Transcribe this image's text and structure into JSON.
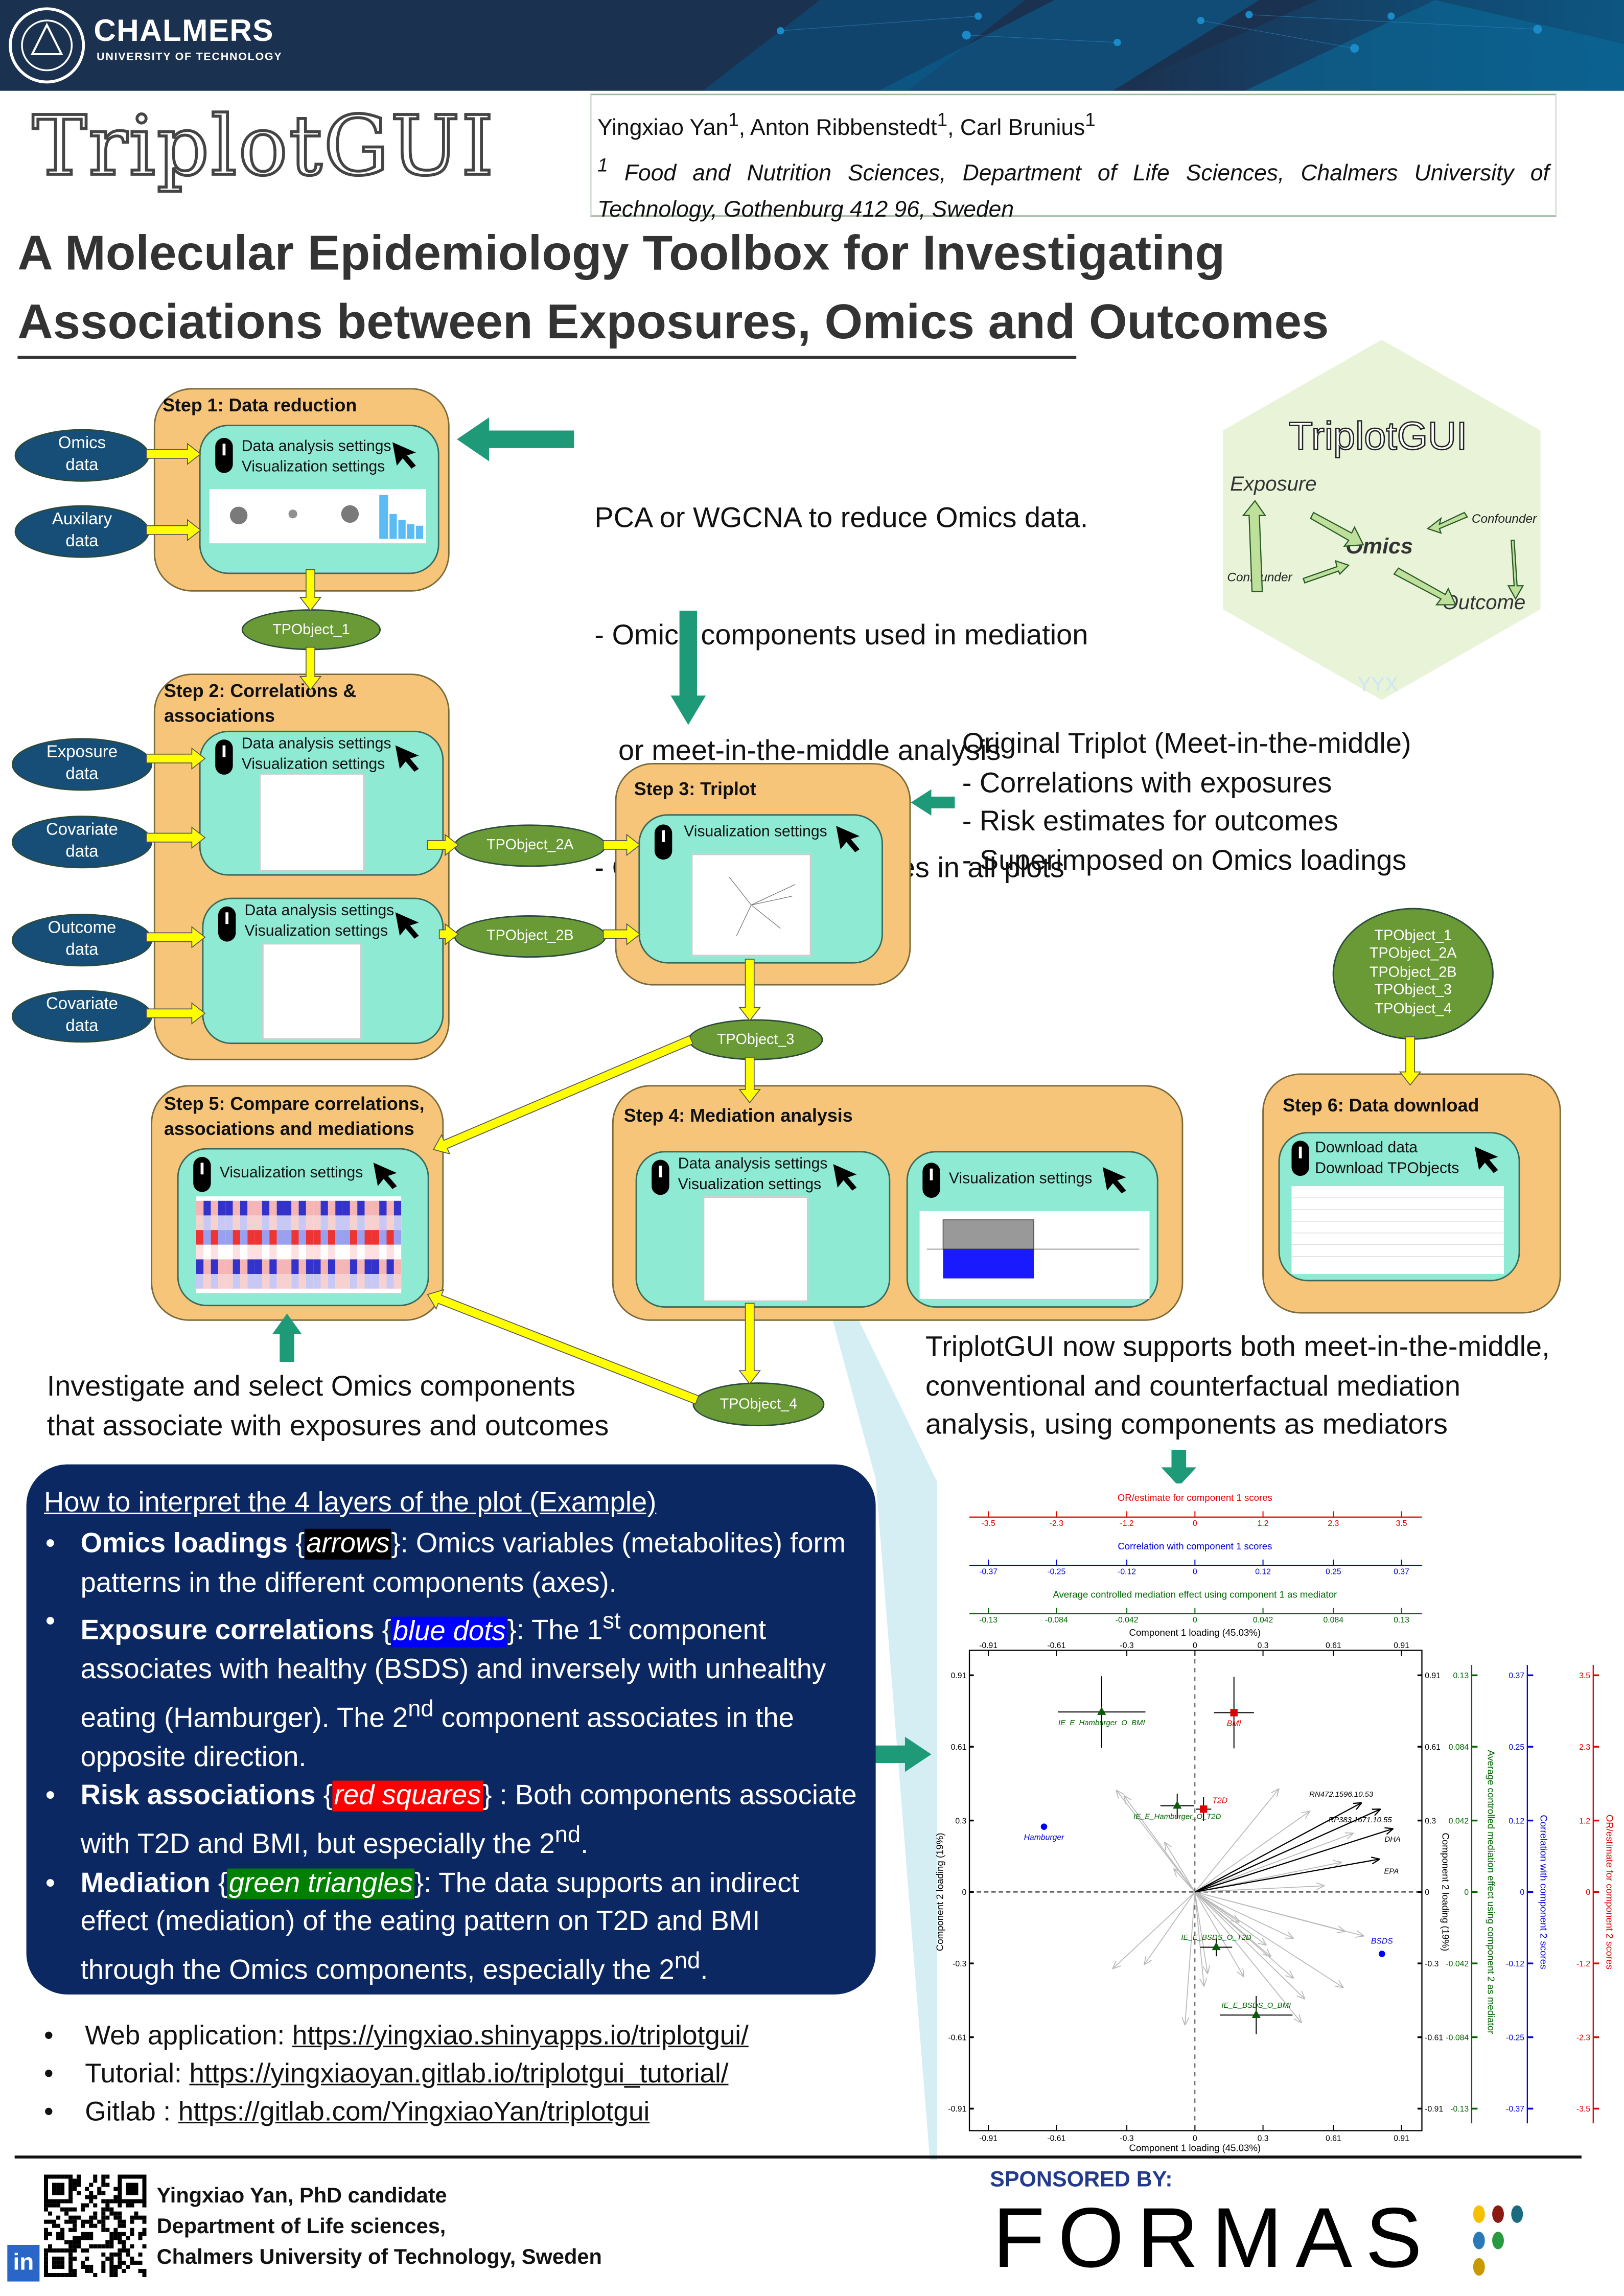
{
  "header": {
    "university": "CHALMERS",
    "university_sub": "UNIVERSITY OF TECHNOLOGY",
    "colors": {
      "band": "#1b3150",
      "network": "#0a6a9a"
    }
  },
  "brand": "TriplotGUI",
  "authors": {
    "names": [
      {
        "name": "Yingxiao Yan",
        "sup": "1"
      },
      {
        "name": "Anton Ribbenstedt",
        "sup": "1"
      },
      {
        "name": "Carl Brunius",
        "sup": "1"
      }
    ],
    "affiliation_sup": "1",
    "affiliation": "Food and Nutrition Sciences, Department of Life Sciences, Chalmers University of Technology, Gothenburg 412 96, Sweden"
  },
  "title": {
    "line1": "A Molecular Epidemiology Toolbox for Investigating",
    "line2": "Associations between Exposures, Omics and Outcomes"
  },
  "hex_logo": {
    "title": "TriplotGUI",
    "exposure": "Exposure",
    "omics": "Omics",
    "outcome": "Outcome",
    "confounder_left": "Confounder",
    "confounder_right": "Confounder",
    "signature": "YYX"
  },
  "workflow": {
    "settings_data": "Data analysis settings",
    "settings_vis": "Visualization settings",
    "step1": {
      "title": "Step 1: Data reduction"
    },
    "step2": {
      "title": "Step 2: Correlations & associations"
    },
    "step3": {
      "title": "Step 3: Triplot"
    },
    "step4": {
      "title": "Step 4: Mediation analysis"
    },
    "step5": {
      "title": "Step 5: Compare correlations, associations and mediations"
    },
    "step6": {
      "title": "Step 6: Data download",
      "download_data": "Download data",
      "download_tp": "Download TPObjects"
    },
    "inputs": {
      "omics": "Omics data",
      "auxilary": "Auxilary data",
      "exposure": "Exposure data",
      "covariate1": "Covariate data",
      "outcome": "Outcome data",
      "covariate2": "Covariate data"
    },
    "objects": {
      "tp1": "TPObject_1",
      "tp2a": "TPObject_2A",
      "tp2b": "TPObject_2B",
      "tp3": "TPObject_3",
      "tp4": "TPObject_4",
      "all": [
        "TPObject_1",
        "TPObject_2A",
        "TPObject_2B",
        "TPObject_3",
        "TPObject_4"
      ]
    },
    "colors": {
      "step": "#f7c57a",
      "panel": "#8fead3",
      "input_node": "#164e78",
      "object_node": "#6a9a35",
      "connector": "#ffff00",
      "big_arrow": "#1f9a78"
    }
  },
  "notes": {
    "pca": [
      "PCA or WGCNA to reduce Omics data.",
      "- Omics components used in mediation",
      "   or meet-in-the-middle analysis",
      "- Components on the axes in all plots"
    ],
    "triplot": [
      "Original Triplot (Meet-in-the-middle)",
      "- Correlations with exposures",
      "- Risk estimates for outcomes",
      "- Superimposed on Omics loadings"
    ],
    "investigate": [
      "Investigate and select Omics components",
      "that associate with exposures and outcomes"
    ],
    "support": [
      "TriplotGUI now supports both meet-in-the-middle,",
      "conventional and counterfactual mediation",
      "analysis, using components as mediators"
    ]
  },
  "interpret": {
    "heading": "How to interpret the 4 layers of the plot (Example)",
    "bullets": [
      {
        "term": "Omics loadings",
        "tag": "arrows",
        "tag_color": "#000000",
        "t1": "}: Omics variables (metabolites) form patterns in the different components (axes)."
      },
      {
        "term": "Exposure correlations",
        "tag": "blue dots",
        "tag_color": "#0000ff",
        "t1": "}: The 1",
        "sup1": "st",
        "t2": " component associates with healthy (BSDS) and inversely with unhealthy eating (Hamburger). The 2",
        "sup2": "nd",
        "t3": " component associates in the opposite direction."
      },
      {
        "term": "Risk associations",
        "tag": "red squares",
        "tag_color": "#ff0000",
        "t1": "} : Both components associate with T2D and BMI, but especially the 2",
        "sup1": "nd",
        "t2": "."
      },
      {
        "term": "Mediation",
        "tag": "green triangles",
        "tag_color": "#008000",
        "t1": "}: The data supports an indirect effect (mediation) of the eating pattern on T2D and BMI through the Omics components, especially the 2",
        "sup1": "nd",
        "t2": "."
      }
    ]
  },
  "links": [
    {
      "label": "Web application: ",
      "url": "https://yingxiao.shinyapps.io/triplotgui/"
    },
    {
      "label": "Tutorial: ",
      "url": "https://yingxiaoyan.gitlab.io/triplotgui_tutorial/"
    },
    {
      "label": "Gitlab : ",
      "url": "https://gitlab.com/YingxiaoYan/triplotgui"
    }
  ],
  "footer": {
    "lines": [
      "Yingxiao Yan, PhD candidate",
      "Department of Life sciences,",
      "Chalmers University of Technology, Sweden"
    ],
    "linkedin": "in",
    "sponsored_by": "SPONSORED BY:",
    "sponsor": "FORMAS",
    "sponsor_dot_colors": [
      "#f5c000",
      "#8a1a12",
      "#1a6a80",
      "#2a7ab8",
      "#2a9a40",
      "#c89a00"
    ]
  },
  "chart_data": {
    "type": "scatter",
    "x_axis": {
      "label": "Component 1 loading (45.03%)",
      "ticks": [
        -0.91,
        -0.61,
        -0.3,
        0,
        0.3,
        0.61,
        0.91
      ],
      "range": [
        -1.0,
        1.0
      ]
    },
    "y_axis": {
      "label": "Component 2 loading (19%)",
      "ticks": [
        -0.91,
        -0.61,
        -0.3,
        0,
        0.3,
        0.61,
        0.91
      ],
      "range": [
        -1.0,
        1.0
      ]
    },
    "extra_top_axes": [
      {
        "label": "OR/estimate for component 1 scores",
        "color": "#e00000",
        "ticks": [
          -3.5,
          -2.3,
          -1.2,
          0,
          1.2,
          2.3,
          3.5
        ]
      },
      {
        "label": "Correlation with component 1 scores",
        "color": "#0000dd",
        "ticks": [
          -0.37,
          -0.25,
          -0.12,
          0,
          0.12,
          0.25,
          0.37
        ]
      },
      {
        "label": "Average controlled mediation effect using component 1 as mediator",
        "color": "#006400",
        "ticks": [
          -0.13,
          -0.084,
          -0.042,
          0,
          0.042,
          0.084,
          0.13
        ]
      }
    ],
    "extra_right_axes": [
      {
        "label": "Average controlled mediation effect using component 2 as mediator",
        "color": "#006400",
        "ticks": [
          -0.13,
          -0.084,
          -0.042,
          0,
          0.042,
          0.084,
          0.13
        ]
      },
      {
        "label": "Correlation with component 2 scores",
        "color": "#0000dd",
        "ticks": [
          -0.37,
          -0.25,
          -0.12,
          0,
          0.12,
          0.25,
          0.37
        ]
      },
      {
        "label": "OR/estimate for component 2 scores",
        "color": "#e00000",
        "ticks": [
          -3.5,
          -2.3,
          -1.2,
          0,
          1.2,
          2.3,
          3.5
        ]
      }
    ],
    "loadings_labeled": [
      {
        "name": "RN472.1596.10.53",
        "x": 0.735,
        "y": 0.375
      },
      {
        "name": "RP383.1671.10.55",
        "x": 0.818,
        "y": 0.348
      },
      {
        "name": "DHA",
        "x": 0.874,
        "y": 0.266
      },
      {
        "name": "EPA",
        "x": 0.814,
        "y": 0.138
      }
    ],
    "loadings_other": [
      [
        -0.347,
        0.428
      ],
      [
        -0.313,
        0.405
      ],
      [
        -0.134,
        0.21
      ],
      [
        -0.094,
        0.098
      ],
      [
        0.371,
        0.434
      ],
      [
        0.507,
        0.34
      ],
      [
        0.699,
        0.247
      ],
      [
        0.647,
        0.125
      ],
      [
        0.571,
        0.026
      ],
      [
        0.663,
        -0.166
      ],
      [
        0.745,
        -0.185
      ],
      [
        -0.363,
        -0.323
      ],
      [
        -0.224,
        -0.306
      ],
      [
        0.435,
        -0.195
      ],
      [
        0.655,
        -0.402
      ],
      [
        0.485,
        -0.45
      ],
      [
        0.435,
        -0.363
      ],
      [
        0.216,
        -0.357
      ],
      [
        0.335,
        -0.272
      ],
      [
        0.315,
        -0.224
      ],
      [
        0.196,
        -0.128
      ],
      [
        0.056,
        -0.344
      ],
      [
        0.04,
        -0.397
      ],
      [
        -0.044,
        -0.56
      ],
      [
        0.47,
        -0.55
      ]
    ],
    "exposure_correlations": [
      {
        "name": "Hamburger",
        "x": -0.665,
        "y": 0.274
      },
      {
        "name": "BSDS",
        "x": 0.824,
        "y": -0.26
      }
    ],
    "risk_associations": [
      {
        "name": "BMI",
        "x": 0.172,
        "y": 0.753,
        "xerr": 0.088,
        "yerr": 0.15
      },
      {
        "name": "T2D",
        "x": 0.038,
        "y": 0.348,
        "xerr": 0.034,
        "yerr": 0.05
      }
    ],
    "mediation_effects": [
      {
        "name": "IE_E_Hamburger_O_BMI",
        "x": -0.411,
        "y": 0.756,
        "xerr": 0.193,
        "yerr": 0.15
      },
      {
        "name": "IE_E_Hamburger_O_T2D",
        "x": -0.078,
        "y": 0.362,
        "xerr": 0.074,
        "yerr": 0.051
      },
      {
        "name": "IE_E_BSDS_O_T2D",
        "x": 0.094,
        "y": -0.232,
        "xerr": 0.07,
        "yerr": 0.038
      },
      {
        "name": "IE_E_BSDS_O_BMI",
        "x": 0.27,
        "y": -0.517,
        "xerr": 0.16,
        "yerr": 0.08
      }
    ]
  }
}
